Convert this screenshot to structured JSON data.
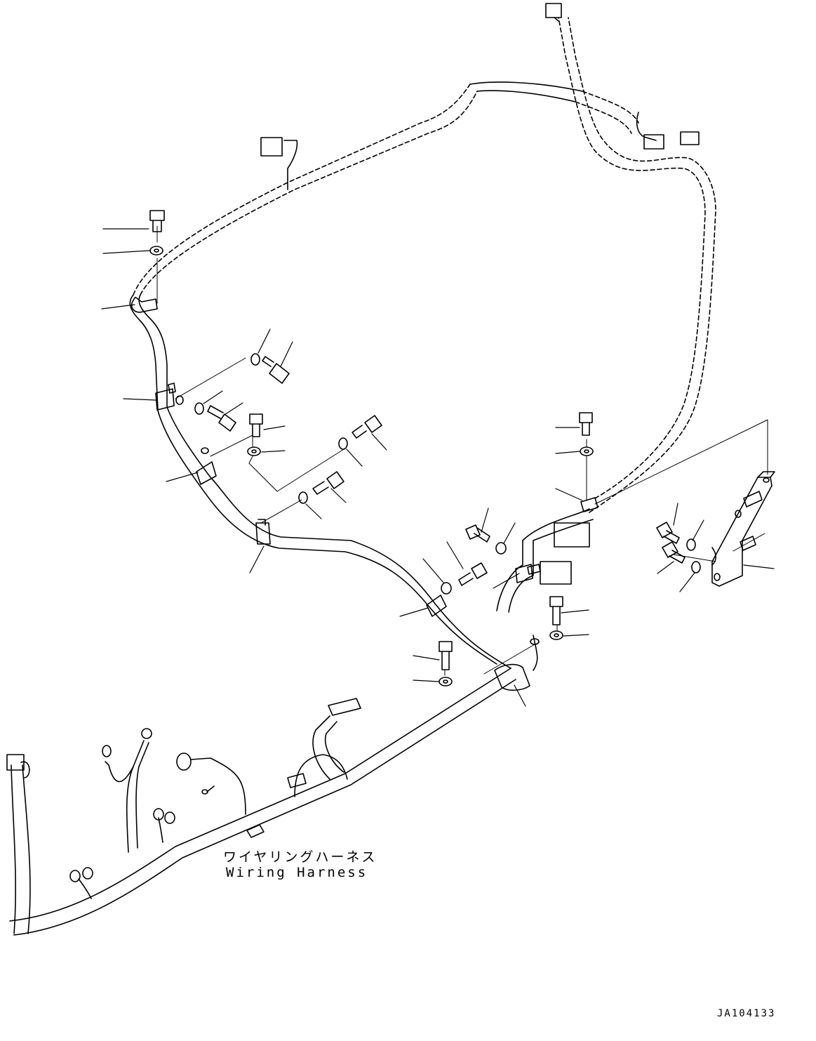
{
  "caption": {
    "japanese": "ワイヤリングハーネス",
    "english": "Wiring Harness"
  },
  "drawing_number": "JA104133",
  "colors": {
    "line": "#000000",
    "background": "#ffffff"
  }
}
